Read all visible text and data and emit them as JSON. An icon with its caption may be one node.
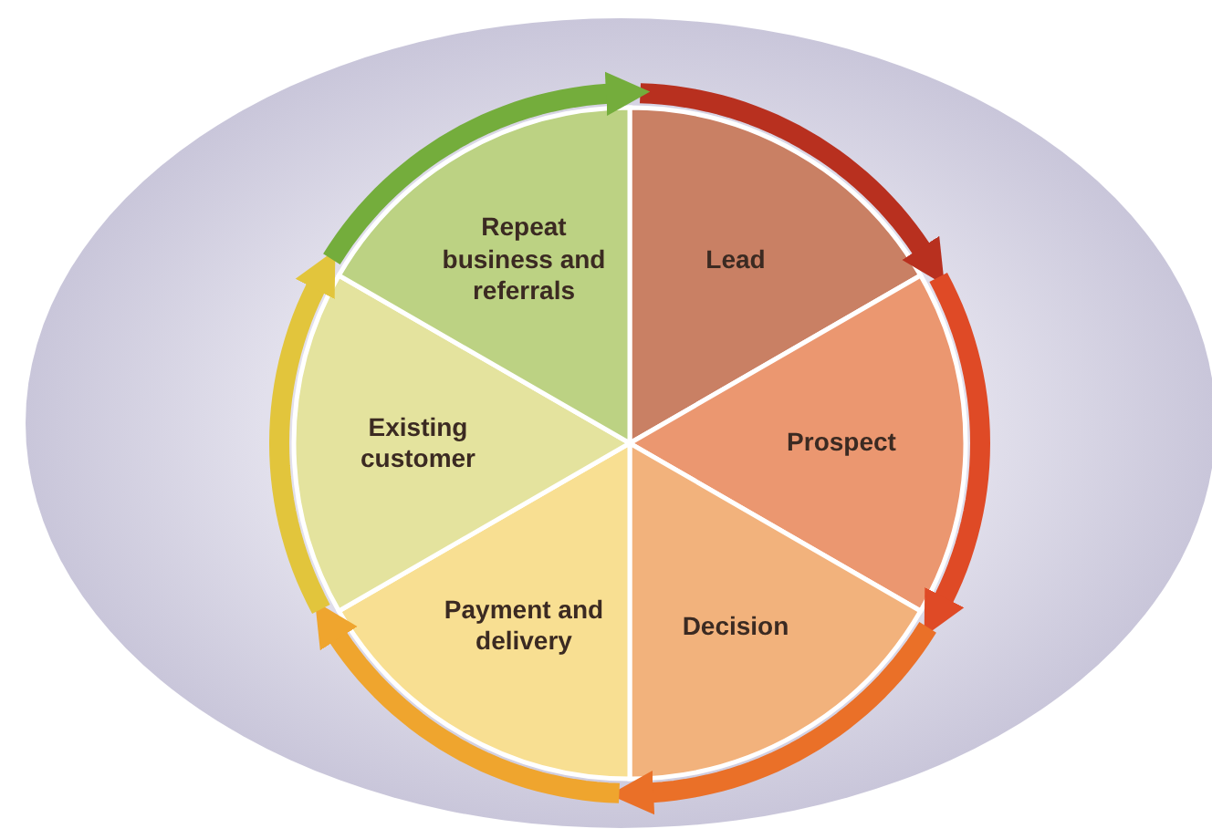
{
  "diagram": {
    "nodes": [
      {
        "text": [
          "Lead"
        ]
      },
      {
        "text": [
          "Prospect"
        ]
      },
      {
        "text": [
          "Decision"
        ]
      },
      {
        "text": [
          "Payment and delivery"
        ]
      },
      {
        "text": [
          "Existing customer"
        ]
      },
      {
        "text": [
          "Repeat business and referrals"
        ]
      }
    ],
    "edges": [
      {
        "from": 0,
        "to": 1,
        "arrow": "to",
        "color": "#b8301f"
      },
      {
        "from": 1,
        "to": 2,
        "arrow": "to",
        "color": "#df4a26"
      },
      {
        "from": 2,
        "to": 3,
        "arrow": "to",
        "color": "#ea7028"
      },
      {
        "from": 3,
        "to": 4,
        "arrow": "to",
        "color": "#efa52e"
      },
      {
        "from": 4,
        "to": 5,
        "arrow": "to",
        "color": "#e2c53c"
      },
      {
        "from": 5,
        "to": 0,
        "arrow": "to",
        "color": "#74ad3c"
      }
    ]
  }
}
